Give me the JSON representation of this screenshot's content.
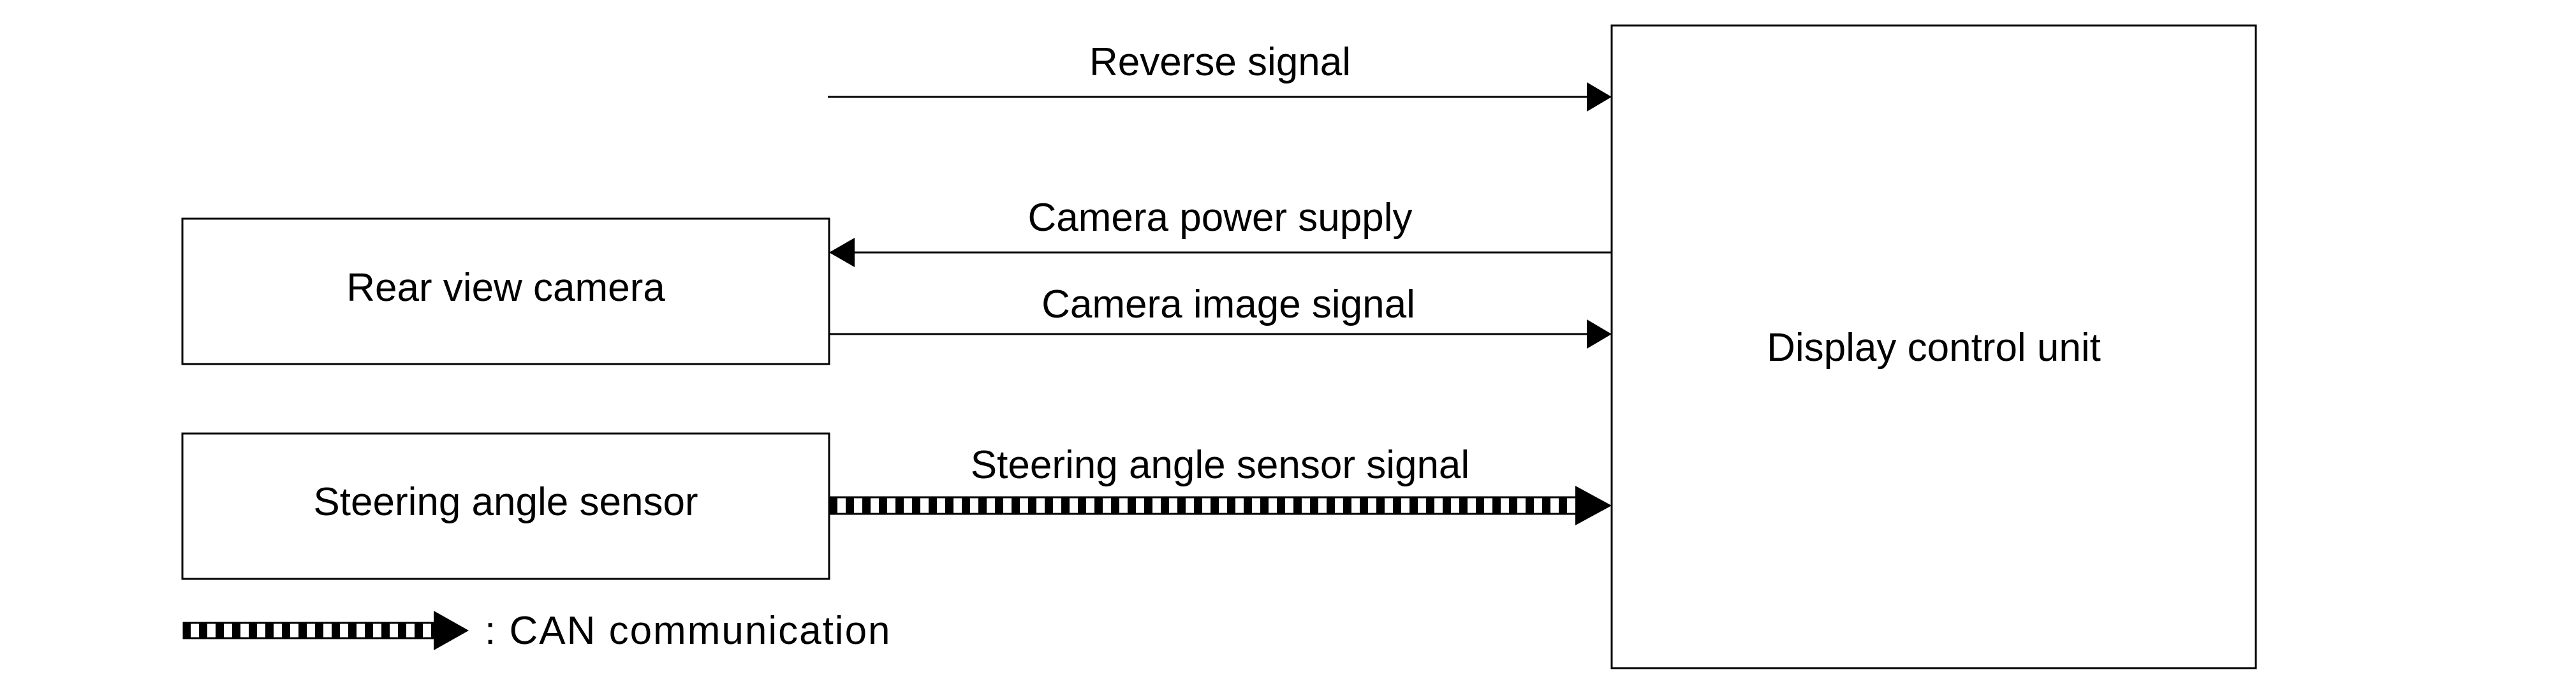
{
  "diagram": {
    "blocks": {
      "rear_view_camera": "Rear view camera",
      "steering_angle_sensor": "Steering angle sensor",
      "display_control_unit": "Display control unit"
    },
    "signals": {
      "reverse": "Reverse signal",
      "camera_power": "Camera power supply",
      "camera_image": "Camera image signal",
      "steering_angle": "Steering angle sensor signal"
    },
    "legend": {
      "can_label": ": CAN communication"
    }
  }
}
